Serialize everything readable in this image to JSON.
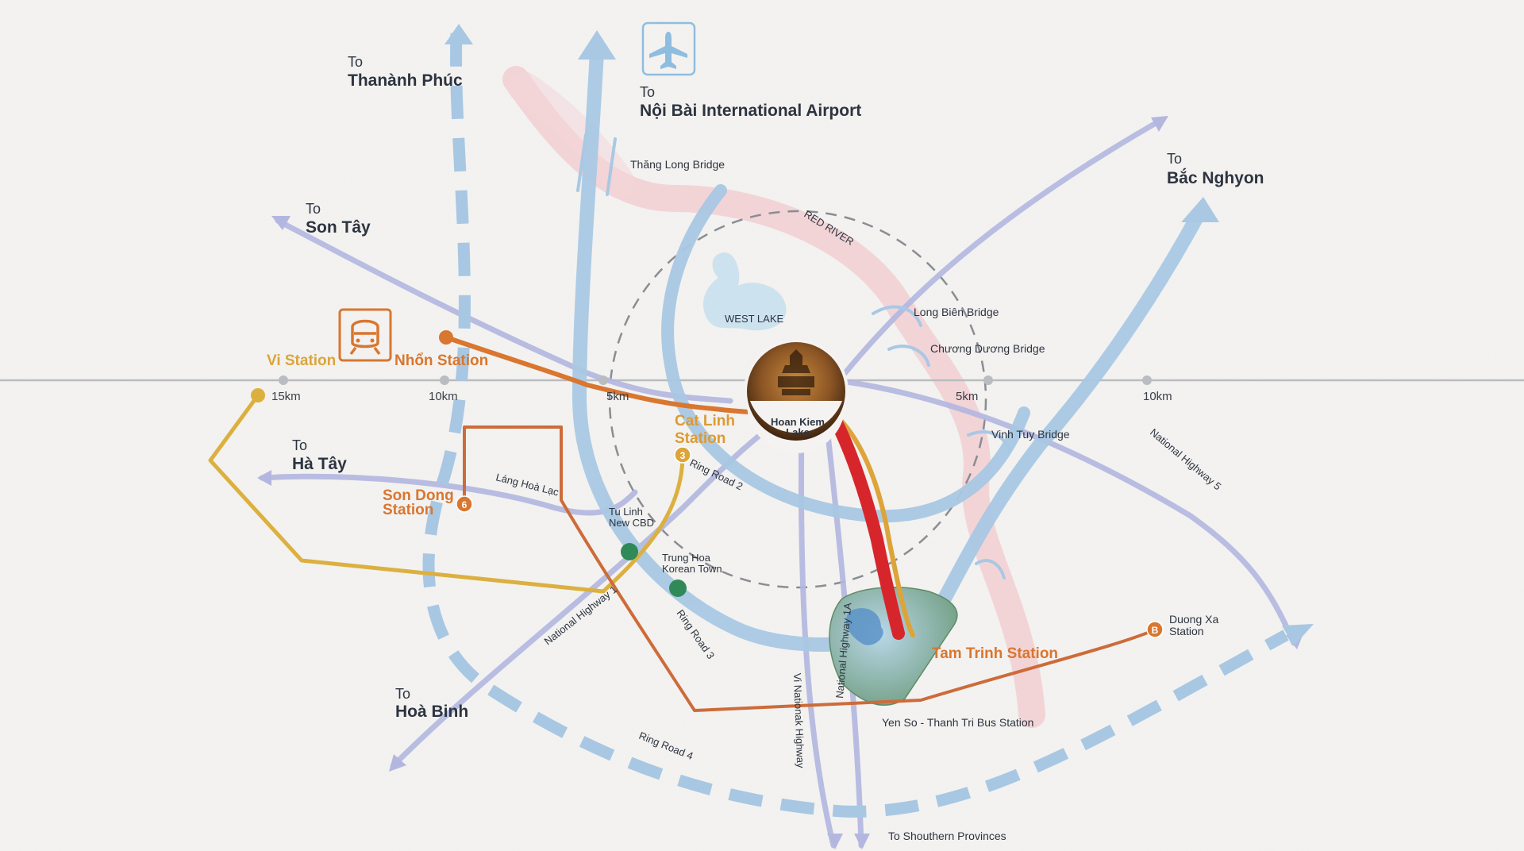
{
  "destinations": {
    "thanh_phuc": {
      "to": "To",
      "name": "Thanành Phúc"
    },
    "airport": {
      "to": "To",
      "name": "Nội Bài International Airport"
    },
    "bac_ninh": {
      "to": "To",
      "name": "Bắc Nghyon"
    },
    "son_tay": {
      "to": "To",
      "name": "Son Tây"
    },
    "ha_tay": {
      "to": "To",
      "name": "Hà Tây"
    },
    "hoa_binh": {
      "to": "To",
      "name": "Hoà Binh"
    },
    "south": {
      "name": "To Shouthern Provinces"
    }
  },
  "bridges": {
    "thang_long": "Thăng Long Bridge",
    "long_bien": "Long Biên Bridge",
    "chuong_duong": "Chương Dương Bridge",
    "vinh_tuy": "Vinh Tuy Bridge"
  },
  "water": {
    "red_river": "RED RIVER",
    "west_lake": "WEST LAKE"
  },
  "roads": {
    "ring_road_2": "Ring Road 2",
    "ring_road_3": "Ring Road 3",
    "ring_road_4": "Ring Road 4",
    "lang_hoa_lac": "Láng Hoà Lạc",
    "nh1_left": "National Highway 1",
    "nh1_right": "National Highway 1A",
    "nh5": "National Highway 5",
    "nh_vi": "Vi Nationak Highway"
  },
  "stations": {
    "vi": "Vi Station",
    "nhon": "Nhổn Station",
    "cat_linh_1": "Cat Linh",
    "cat_linh_2": "Station",
    "cat_linh_num": "3",
    "son_dong_1": "Son Dong",
    "son_dong_2": "Station",
    "son_dong_num": "6",
    "tam_trinh": "Tam Trinh Station",
    "duong_xa_1": "Duong Xa",
    "duong_xa_2": "Station",
    "duong_xa_num": "B"
  },
  "places": {
    "tu_linh_1": "Tu Linh",
    "tu_linh_2": "New CBD",
    "trung_hoa_1": "Trung Hoa",
    "trung_hoa_2": "Korean Town",
    "yen_so": "Yen So - Thanh Tri Bus Station",
    "center_1": "Hoan Kiem",
    "center_2": "Lake"
  },
  "distance_markers": {
    "left": [
      "15km",
      "10km",
      "5km"
    ],
    "right": [
      "5km",
      "10km"
    ]
  },
  "icons": {
    "airport": "airplane-icon",
    "metro": "metro-train-icon"
  },
  "colors": {
    "road_blue": "#a9c8e4",
    "ring_blue": "#a8c7e3",
    "highway_lavender": "#b3b7e0",
    "red_river": "#f2c9cf",
    "metro_gold": "#dcb03f",
    "metro_orange": "#d9762f",
    "metro_red": "#d6262c",
    "metro_brown": "#cd6b3a",
    "green_dot": "#2f8a57"
  }
}
